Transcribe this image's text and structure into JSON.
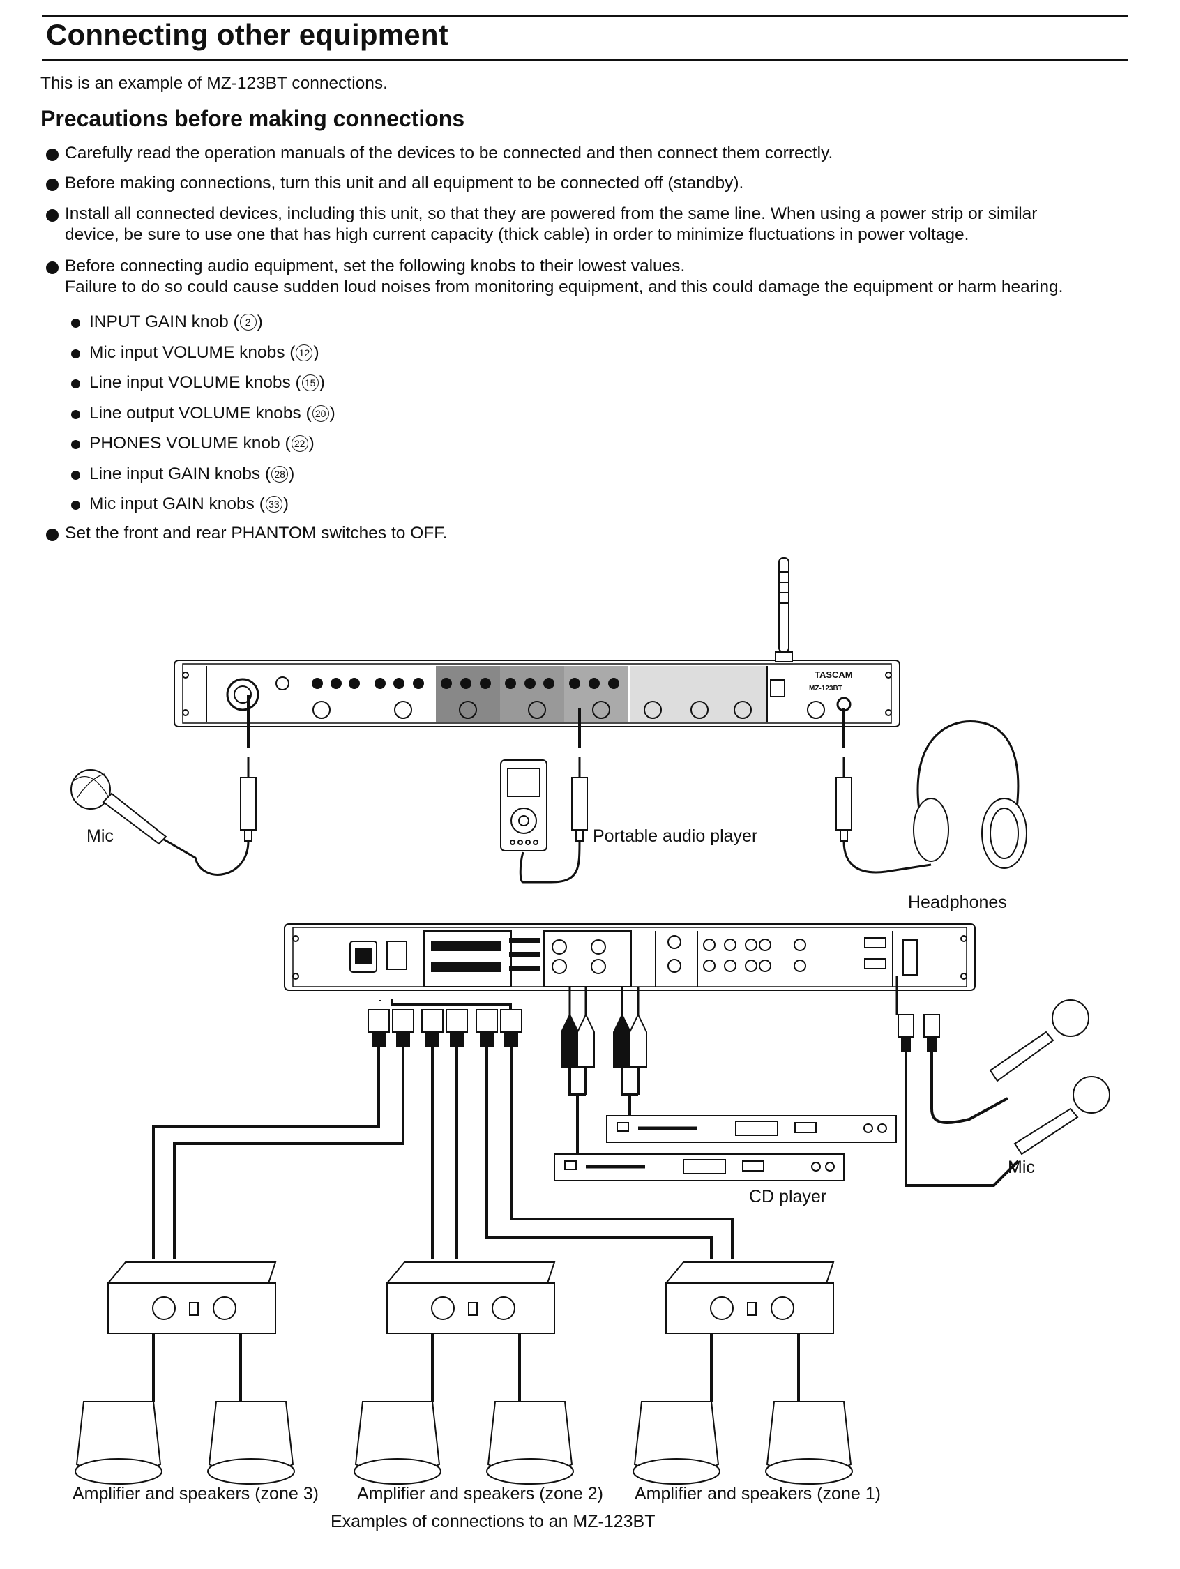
{
  "header": {
    "title": "Connecting other equipment",
    "intro": "This is an example of MZ-123BT connections."
  },
  "precautions": {
    "heading": "Precautions before making connections",
    "items": [
      "Carefully read the operation manuals of the devices to be connected and then connect them correctly.",
      "Before making connections, turn this unit and all equipment to be connected off (standby).",
      "Install all connected devices, including this unit, so that they are powered from the same line. When using a power strip or similar",
      "device, be sure to use one that has high current capacity (thick cable) in order to minimize fluctuations in power voltage.",
      "Before connecting audio equipment, set the following knobs to their lowest values.",
      "Failure to do so could cause sudden loud noises from monitoring equipment, and this could damage the equipment or harm hearing.",
      "Set the front and rear PHANTOM switches to OFF."
    ],
    "knobs": [
      {
        "label": "INPUT GAIN knob (",
        "num": "2",
        "end": ")"
      },
      {
        "label": "Mic input VOLUME knobs (",
        "num": "12",
        "end": ")"
      },
      {
        "label": "Line input VOLUME knobs (",
        "num": "15",
        "end": ")"
      },
      {
        "label": "Line output VOLUME knobs (",
        "num": "20",
        "end": ")"
      },
      {
        "label": "PHONES VOLUME knob (",
        "num": "22",
        "end": ")"
      },
      {
        "label": "Line input GAIN knobs (",
        "num": "28",
        "end": ")"
      },
      {
        "label": "Mic input GAIN knobs (",
        "num": "33",
        "end": ")"
      }
    ]
  },
  "diagram": {
    "labels": {
      "mic_left": "Mic",
      "portable": "Portable audio player",
      "headphones": "Headphones",
      "mic_right": "Mic",
      "cd_player": "CD player",
      "zone3": "Amplifier and speakers (zone 3)",
      "zone2": "Amplifier and speakers (zone 2)",
      "zone1": "Amplifier and speakers (zone 1)",
      "caption": "Examples of connections to an MZ-123BT"
    },
    "device": {
      "brand": "TASCAM",
      "model": "MZ-123BT"
    }
  }
}
